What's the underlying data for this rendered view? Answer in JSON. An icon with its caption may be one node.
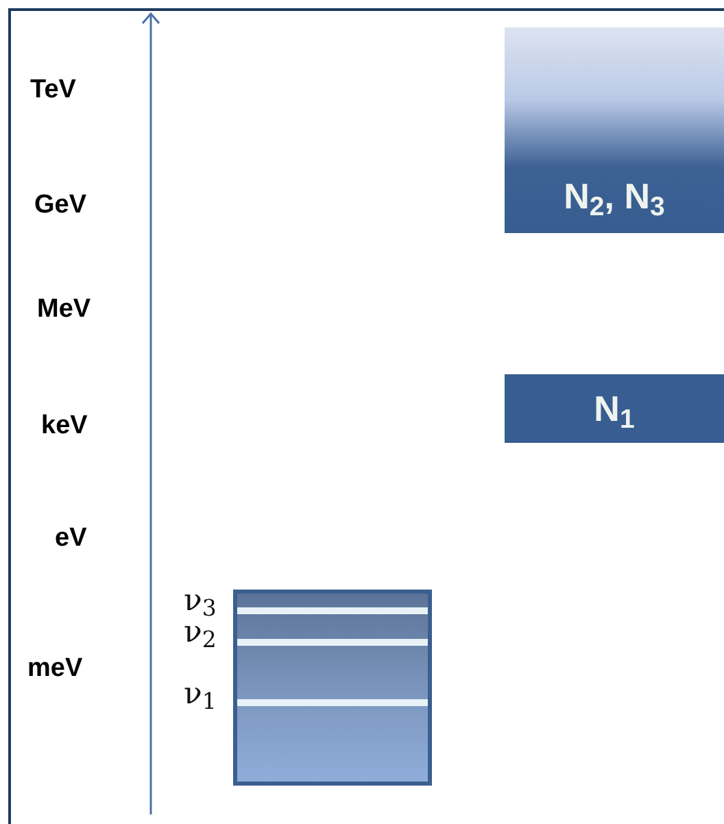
{
  "diagram": {
    "nodes": [
      {
        "text": [
          "N$_{2}$, N$_{3}$"
        ]
      },
      {
        "text": [
          "N$_{1}$"
        ]
      },
      {
        "text": [],
        "shape": "box",
        "beside": [
          "ν$_{3}$",
          "ν$_{2}$",
          "ν$_{1}$"
        ]
      }
    ],
    "labels": [
      "TeV",
      "GeV",
      "MeV",
      "keV",
      "eV",
      "meV"
    ]
  }
}
